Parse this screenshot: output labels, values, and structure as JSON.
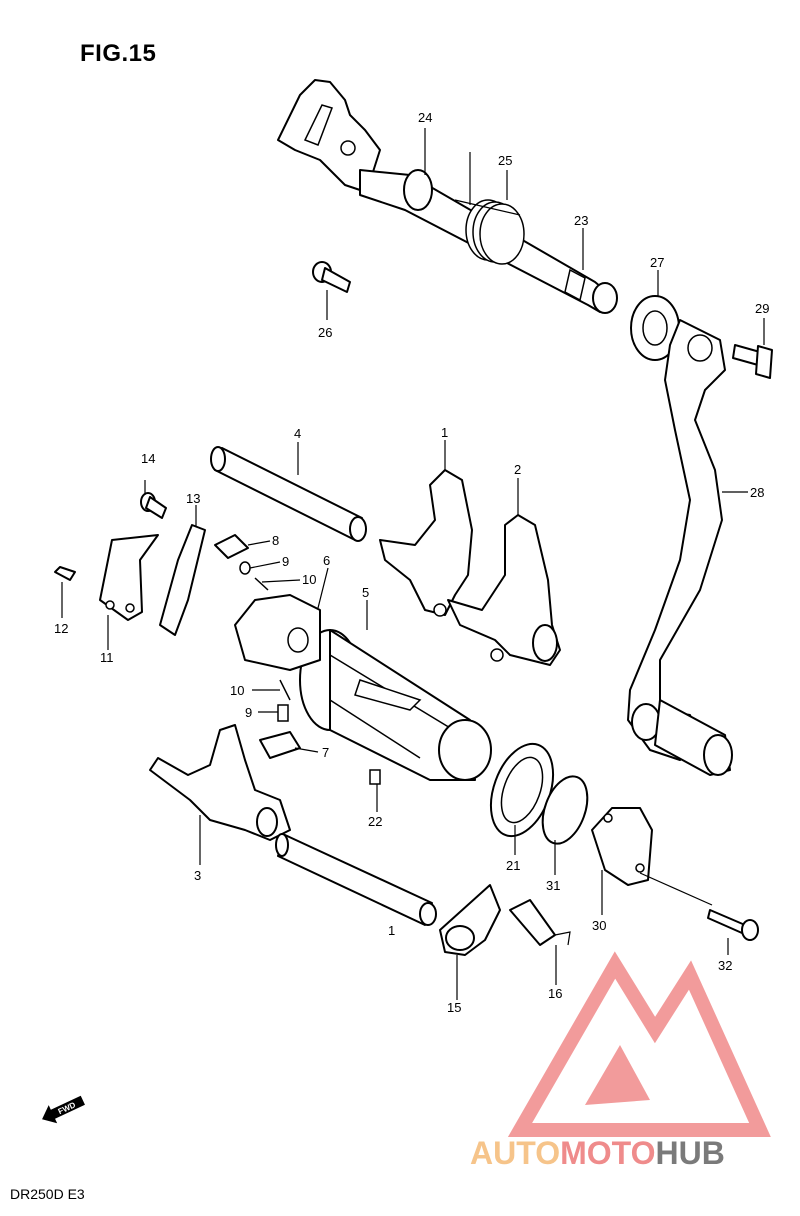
{
  "figure_title": "FIG.15",
  "model_code": "DR250D E3",
  "fwd_label": "FWD",
  "watermark": {
    "part1": "AUTO",
    "part2": "MOTO",
    "part3": "HUB",
    "colors": {
      "auto": "#f6c48a",
      "moto": "#ef8b8b",
      "hub": "#7a7a7a",
      "logo": "#f08a8a"
    }
  },
  "callouts": {
    "p1a": "1",
    "p1b": "1",
    "p2": "2",
    "p3": "3",
    "p4": "4",
    "p5": "5",
    "p6": "6",
    "p7": "7",
    "p8": "8",
    "p9a": "9",
    "p9b": "9",
    "p10a": "10",
    "p10b": "10",
    "p11": "11",
    "p12": "12",
    "p13": "13",
    "p14": "14",
    "p15": "15",
    "p16": "16",
    "p21": "21",
    "p22": "22",
    "p23": "23",
    "p24": "24",
    "p25": "25",
    "p26": "26",
    "p27": "27",
    "p28": "28",
    "p29": "29",
    "p30": "30",
    "p31": "31",
    "p32": "32"
  }
}
